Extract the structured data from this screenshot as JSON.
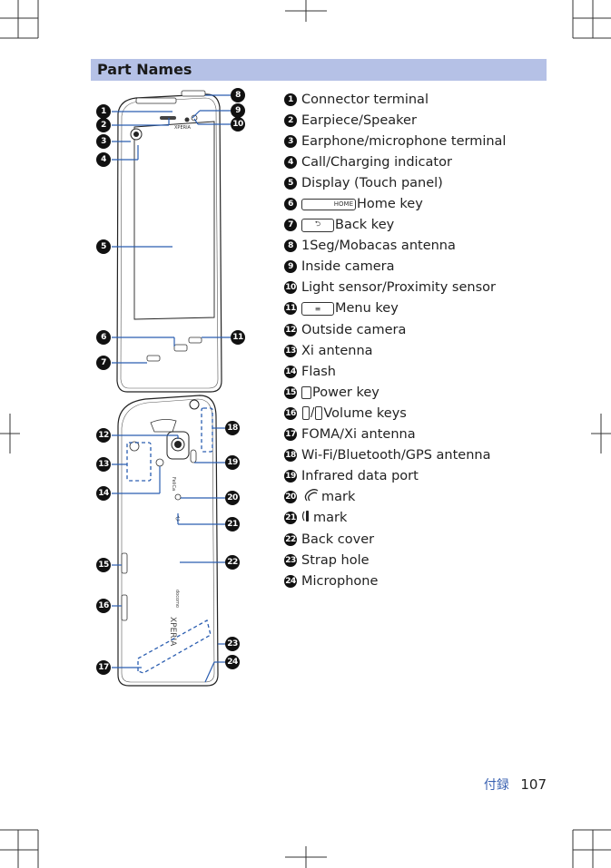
{
  "section_title": "Part Names",
  "parts": [
    {
      "num": "1",
      "label": "Connector terminal"
    },
    {
      "num": "2",
      "label": "Earpiece/Speaker"
    },
    {
      "num": "3",
      "label": "Earphone/microphone terminal"
    },
    {
      "num": "4",
      "label": "Call/Charging indicator"
    },
    {
      "num": "5",
      "label": "Display (Touch panel)"
    },
    {
      "num": "6",
      "label": "Home key",
      "key": "home",
      "key_text": "HOME"
    },
    {
      "num": "7",
      "label": "Back key",
      "key": "back",
      "key_text": "⮌"
    },
    {
      "num": "8",
      "label": "1Seg/Mobacas antenna"
    },
    {
      "num": "9",
      "label": "Inside camera"
    },
    {
      "num": "10",
      "label": "Light sensor/Proximity sensor"
    },
    {
      "num": "11",
      "label": "Menu key",
      "key": "menu",
      "key_text": "≡"
    },
    {
      "num": "12",
      "label": "Outside camera"
    },
    {
      "num": "13",
      "label": "Xi antenna"
    },
    {
      "num": "14",
      "label": "Flash"
    },
    {
      "num": "15",
      "label": "Power key",
      "key": "power"
    },
    {
      "num": "16",
      "label": "Volume keys",
      "key": "volume",
      "key_sep": "/"
    },
    {
      "num": "17",
      "label": "FOMA/Xi antenna"
    },
    {
      "num": "18",
      "label": "Wi-Fi/Bluetooth/GPS antenna"
    },
    {
      "num": "19",
      "label": "Infrared data port"
    },
    {
      "num": "20",
      "label": " mark",
      "key": "felica-mark"
    },
    {
      "num": "21",
      "label": "mark",
      "key": "wireless-charge-mark"
    },
    {
      "num": "22",
      "label": "Back cover"
    },
    {
      "num": "23",
      "label": "Strap hole"
    },
    {
      "num": "24",
      "label": "Microphone"
    }
  ],
  "footer": {
    "section": "付録",
    "page": "107"
  },
  "colors": {
    "header_bg": "#b5c1e6",
    "accent": "#3a62b2",
    "leader_line": "#2a5db0",
    "antenna_dash": "#2a5db0"
  }
}
